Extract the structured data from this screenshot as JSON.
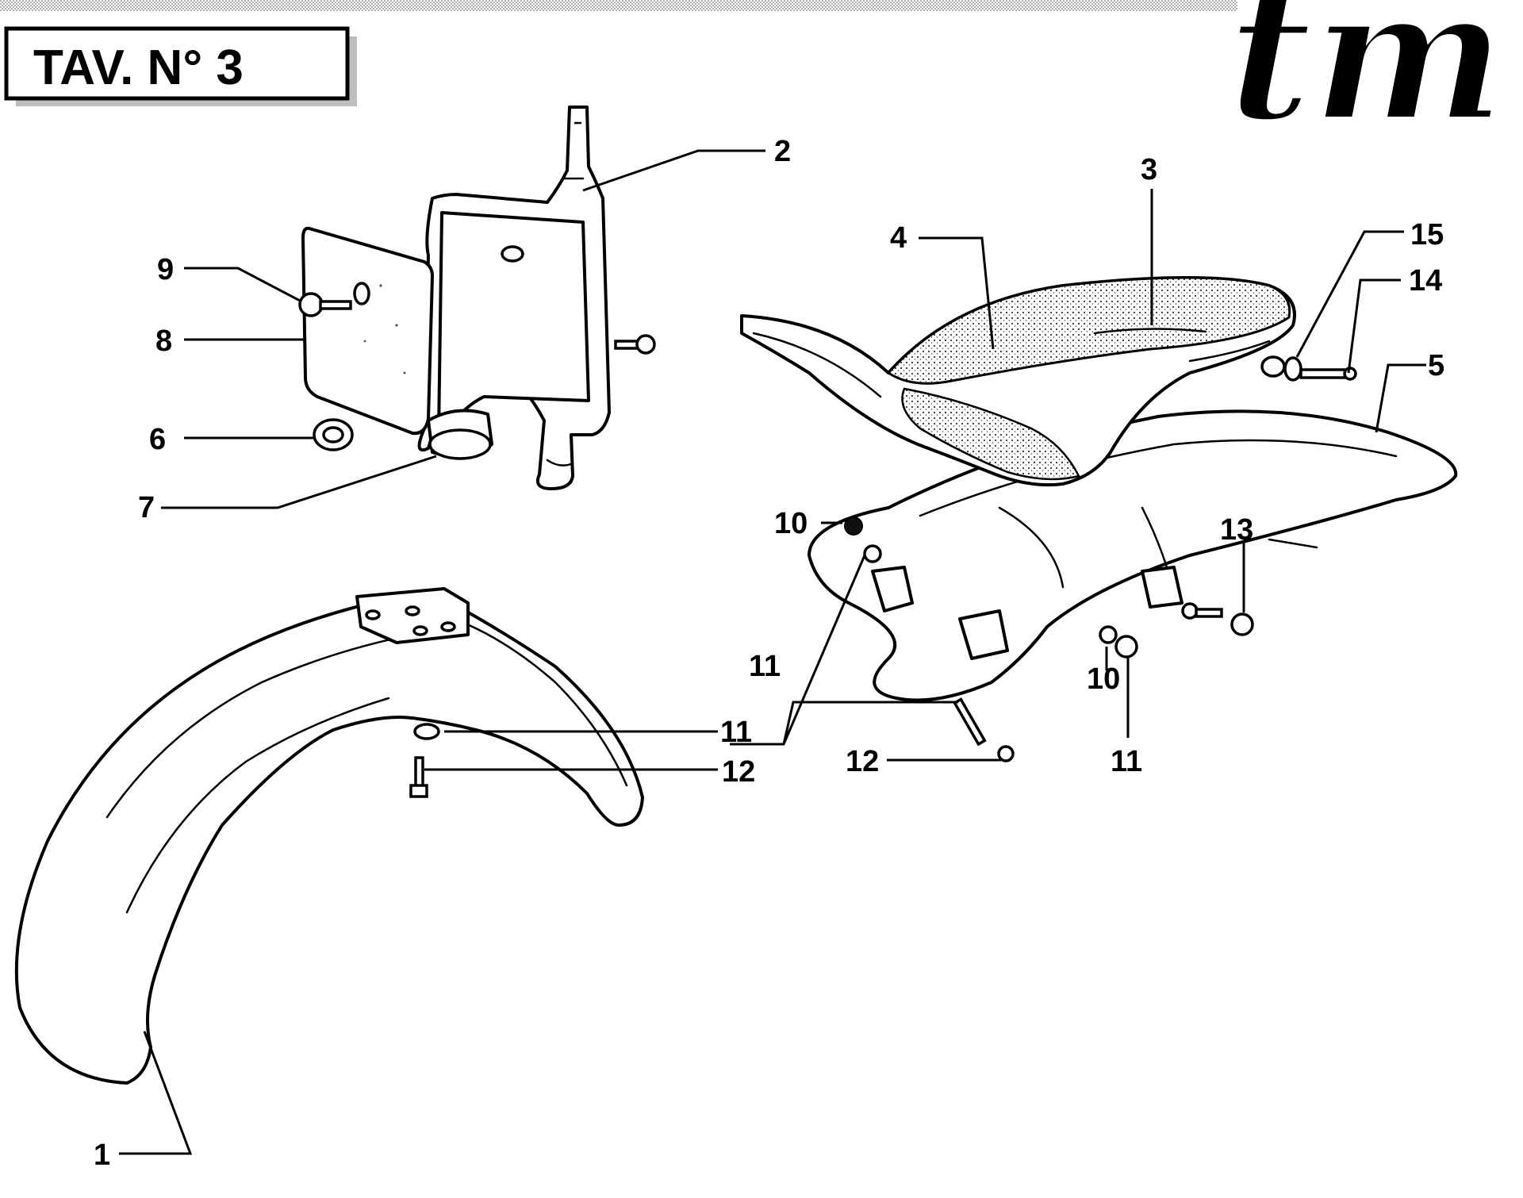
{
  "title": "TAV. N° 3",
  "logo": {
    "text": "tm",
    "fill": "#000000",
    "outline": "#ffffff"
  },
  "callouts": {
    "c1": "1",
    "c2": "2",
    "c3": "3",
    "c4": "4",
    "c5": "5",
    "c6": "6",
    "c7": "7",
    "c8": "8",
    "c9": "9",
    "c10a": "10",
    "c10b": "10",
    "c11a": "11",
    "c11b": "11",
    "c11c": "11",
    "c12a": "12",
    "c12b": "12",
    "c13": "13",
    "c14": "14",
    "c15": "15"
  }
}
